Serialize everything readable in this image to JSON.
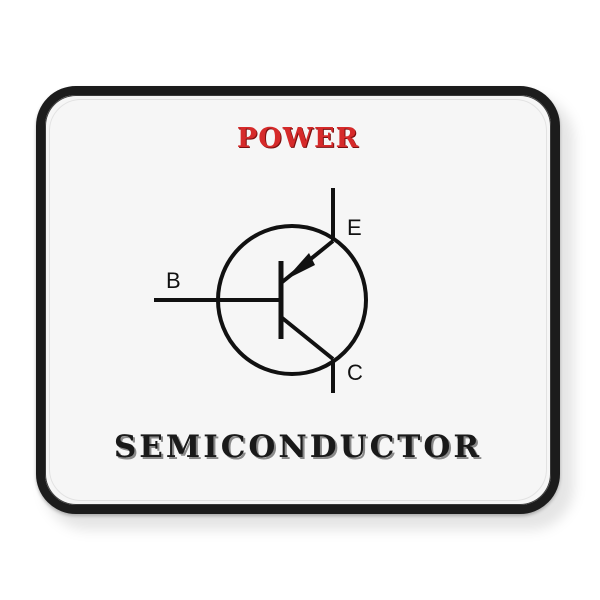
{
  "product": {
    "title_top": "POWER",
    "title_bottom": "SEMICONDUCTOR"
  },
  "transistor_symbol": {
    "type": "PNP bipolar junction transistor",
    "pins": {
      "base": "B",
      "emitter": "E",
      "collector": "C"
    }
  },
  "colors": {
    "title_top": "#d62a2a",
    "title_bottom": "#1a1a1a",
    "mat_border": "#1c1c1c",
    "mat_surface": "#f6f6f6"
  }
}
